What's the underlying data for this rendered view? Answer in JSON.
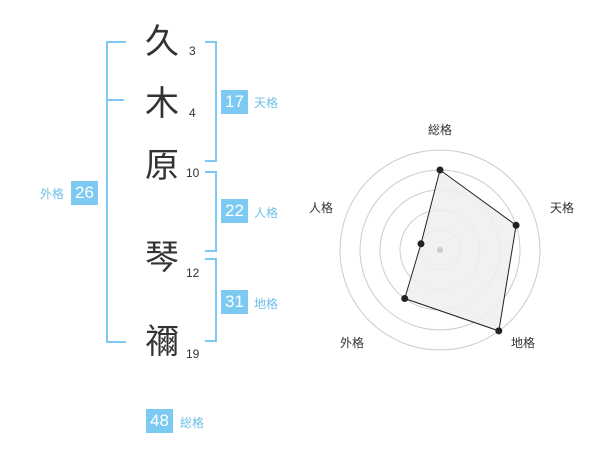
{
  "name": {
    "characters": [
      {
        "char": "久",
        "strokes": "3"
      },
      {
        "char": "木",
        "strokes": "4"
      },
      {
        "char": "原",
        "strokes": "10"
      },
      {
        "char": "琴",
        "strokes": "12"
      },
      {
        "char": "禰",
        "strokes": "19"
      }
    ]
  },
  "kaku": {
    "tenkaku": {
      "value": "17",
      "label": "天格"
    },
    "jinkaku": {
      "value": "22",
      "label": "人格"
    },
    "chikaku": {
      "value": "31",
      "label": "地格"
    },
    "gaikaku": {
      "value": "26",
      "label": "外格"
    },
    "soukaku": {
      "value": "48",
      "label": "総格"
    }
  },
  "chart_data": {
    "type": "radar",
    "axes": [
      "総格",
      "天格",
      "地格",
      "外格",
      "人格"
    ],
    "values": [
      4,
      4,
      5,
      3,
      1
    ],
    "max": 5,
    "rings": 5,
    "colors": {
      "fill": "#efefef",
      "line": "#222222",
      "ring": "#cccccc",
      "center": "#cccccc"
    }
  }
}
